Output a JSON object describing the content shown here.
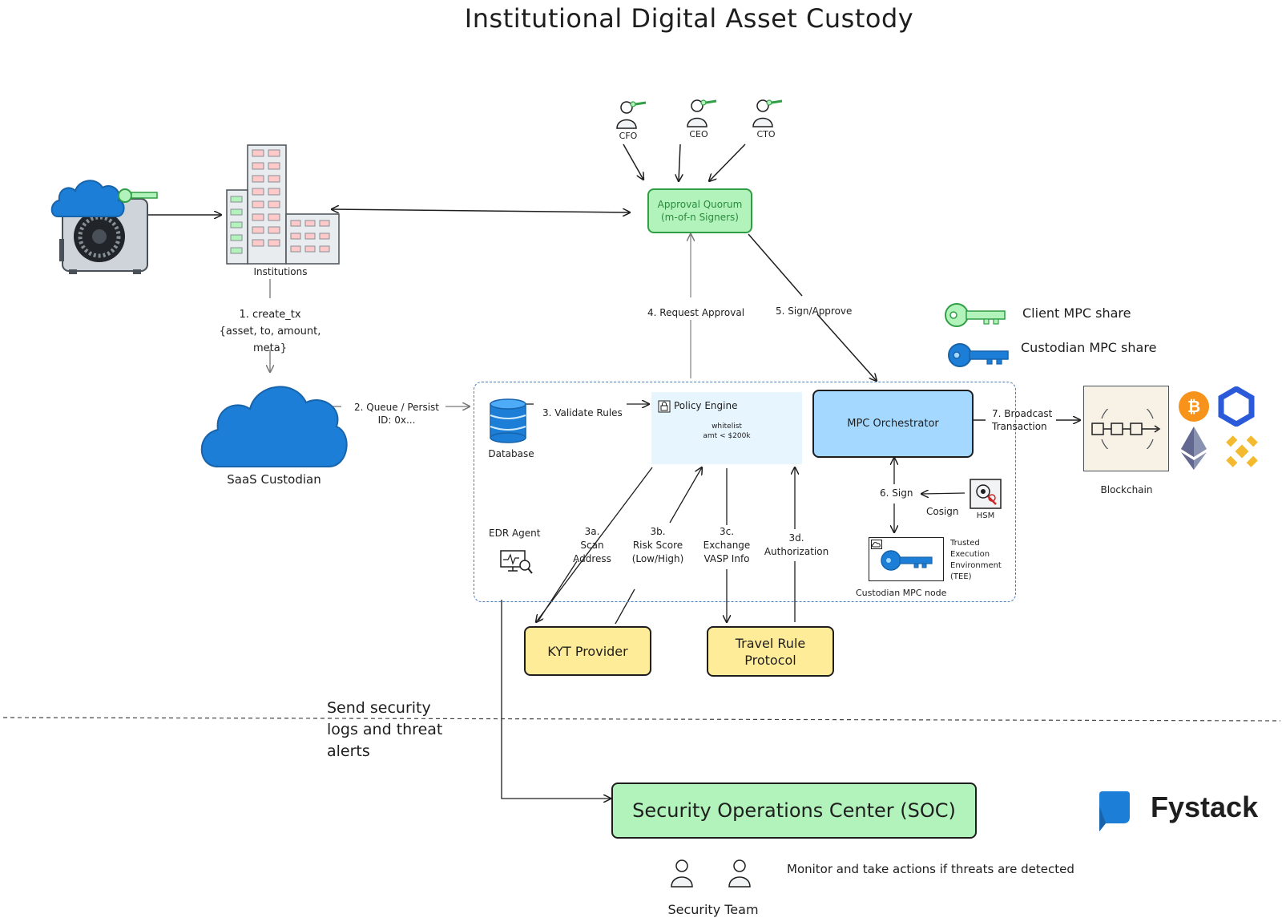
{
  "title": "Institutional Digital Asset Custody",
  "actors": {
    "institutions": "Institutions",
    "cfo": "CFO",
    "ceo": "CEO",
    "cto": "CTO",
    "saas_custodian": "SaaS Custodian",
    "security_team": "Security Team"
  },
  "boxes": {
    "approval_quorum": [
      "Approval Quorum",
      "(m-of-n Signers)"
    ],
    "policy_engine": "Policy Engine",
    "policy_rule_1": "whitelist",
    "policy_rule_2": "amt < $200k",
    "mpc_orchestrator": "MPC Orchestrator",
    "kyt_provider": "KYT Provider",
    "travel_rule": [
      "Travel Rule",
      "Protocol"
    ],
    "soc": "Security Operations Center (SOC)",
    "database": "Database",
    "edr_agent": "EDR Agent",
    "hsm": "HSM",
    "custodian_mpc_node": "Custodian MPC node",
    "tee": [
      "Trusted",
      "Execution",
      "Environment",
      "(TEE)"
    ],
    "blockchain": "Blockchain"
  },
  "steps": {
    "create_tx": [
      "1. create_tx",
      "{asset, to, amount,",
      "meta}"
    ],
    "queue": [
      "2. Queue / Persist",
      "ID: 0x..."
    ],
    "validate": "3. Validate Rules",
    "scan": [
      "3a.",
      "Scan",
      "Address"
    ],
    "risk": [
      "3b.",
      "Risk Score",
      "(Low/High)"
    ],
    "exchange": [
      "3c.",
      "Exchange",
      "VASP Info"
    ],
    "authorization": [
      "3d.",
      "Authorization"
    ],
    "request_approval": "4. Request Approval",
    "sign_approve": "5. Sign/Approve",
    "sign": "6. Sign",
    "cosign": "Cosign",
    "broadcast": [
      "7. Broadcast",
      "Transaction"
    ]
  },
  "legend": {
    "client_share": "Client MPC share",
    "custodian_share": "Custodian MPC share"
  },
  "notes": {
    "send_logs": [
      "Send security",
      "logs and threat",
      "alerts"
    ],
    "monitor": "Monitor and take actions if threats are detected"
  },
  "brand": {
    "name": "Fystack"
  },
  "colors": {
    "green_fill": "#b2f2bb",
    "green_stroke": "#2f9e44",
    "blue_fill": "#a5d8ff",
    "blue_cloud": "#1971c2",
    "yellow_fill": "#ffec99",
    "policy_fill": "#e7f5ff",
    "bitcoin": "#f7931a",
    "chainlink": "#2a5ada",
    "bnb": "#f3ba2f",
    "ethereum": "#8a92b2"
  }
}
